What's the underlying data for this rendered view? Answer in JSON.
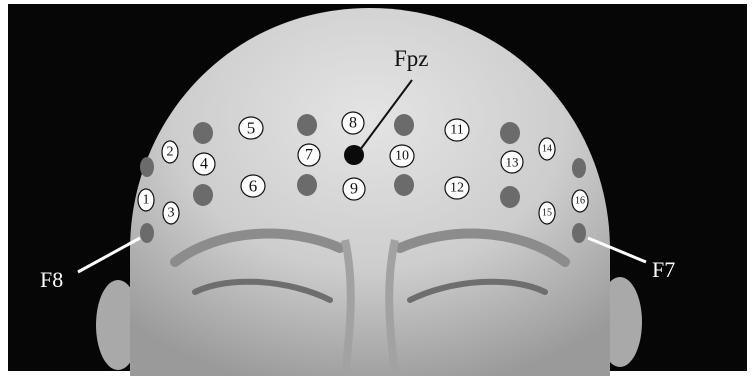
{
  "labels": {
    "center": "Fpz",
    "left": "F8",
    "right": "F7"
  },
  "channels": [
    "1",
    "2",
    "3",
    "4",
    "5",
    "6",
    "7",
    "8",
    "9",
    "10",
    "11",
    "12",
    "13",
    "14",
    "15",
    "16"
  ],
  "colors": {
    "background": "#060606",
    "skin": "#c9c9c9",
    "source_marker": "#6b6b6b",
    "reference_marker": "#0a0a0a",
    "channel_fill": "#ffffff"
  }
}
